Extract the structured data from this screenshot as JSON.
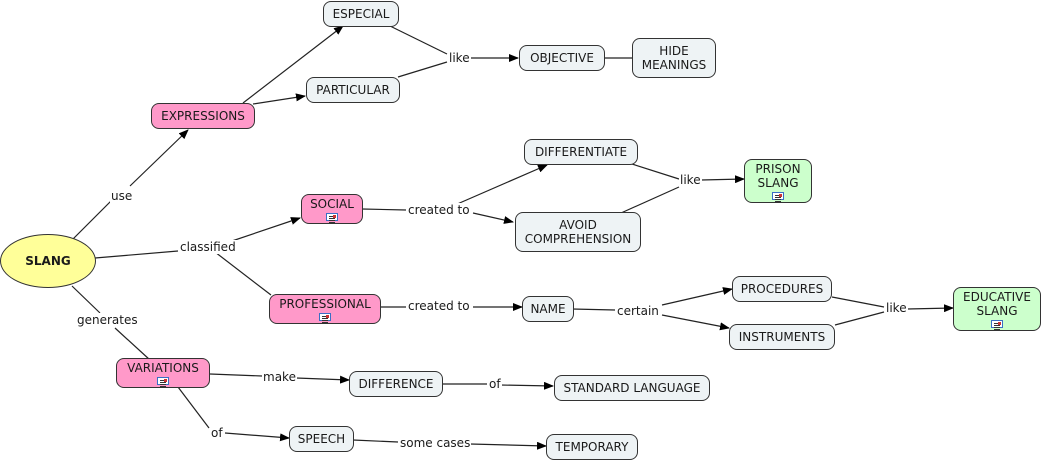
{
  "concept_map": {
    "nodes": {
      "slang": "SLANG",
      "expressions": "EXPRESSIONS",
      "especial": "ESPECIAL",
      "particular": "PARTICULAR",
      "objective": "OBJECTIVE",
      "hide_meanings": "HIDE MEANINGS",
      "social": "SOCIAL",
      "differentiate": "DIFFERENTIATE",
      "avoid_comprehension": "AVOID COMPREHENSION",
      "prison_slang": "PRISON SLANG",
      "professional": "PROFESSIONAL",
      "name": "NAME",
      "procedures": "PROCEDURES",
      "instruments": "INSTRUMENTS",
      "educative_slang": "EDUCATIVE SLANG",
      "variations": "VARIATIONS",
      "difference": "DIFFERENCE",
      "standard_language": "STANDARD LANGUAGE",
      "speech": "SPEECH",
      "temporary": "TEMPORARY"
    },
    "linking_phrases": {
      "use": "use",
      "classified": "classified",
      "generates": "generates",
      "like1": "like",
      "created_to1": "created to",
      "like2": "like",
      "created_to2": "created to",
      "certain": "certain",
      "like3": "like",
      "make": "make",
      "of1": "of",
      "of2": "of",
      "some_cases": "some cases"
    },
    "colors": {
      "root": "#ffff99",
      "category": "#ff99c9",
      "concept": "#eef3f5",
      "example": "#ccffcc"
    }
  }
}
